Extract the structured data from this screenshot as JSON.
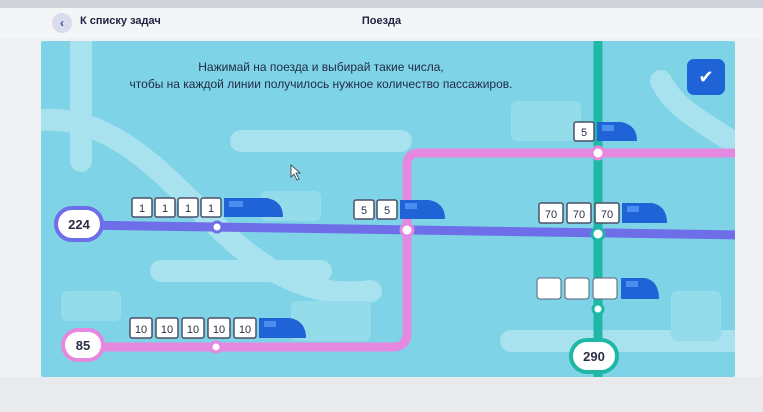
{
  "header": {
    "back_label": "К списку задач",
    "title": "Поезда"
  },
  "instruction": {
    "line1": "Нажимай на поезда и выбирай такие числа,",
    "line2": "чтобы на каждой линии получилось нужное количество пассажиров."
  },
  "check_button": "✔",
  "colors": {
    "background": "#7fd3e6",
    "teal_line": "#1fb8a6",
    "pink_line": "#e588df",
    "blue_line": "#6d6ee8",
    "train": "#1f63d6",
    "target_border_blue": "#6d6ee8",
    "target_border_pink": "#e588df",
    "target_border_teal": "#1fb8a6"
  },
  "targets": [
    {
      "id": "blue",
      "value": "224"
    },
    {
      "id": "pink",
      "value": "85"
    },
    {
      "id": "teal",
      "value": "290"
    }
  ],
  "trains": [
    {
      "id": "blue-left",
      "cars": [
        "1",
        "1",
        "1",
        "1"
      ]
    },
    {
      "id": "blue-middle",
      "cars": [
        "5",
        "5"
      ]
    },
    {
      "id": "blue-right",
      "cars": [
        "70",
        "70",
        "70"
      ]
    },
    {
      "id": "pink-bottom",
      "cars": [
        "10",
        "10",
        "10",
        "10",
        "10"
      ]
    },
    {
      "id": "teal-top",
      "cars": [
        "5"
      ]
    },
    {
      "id": "teal-middle",
      "cars": [
        "",
        "",
        ""
      ]
    }
  ]
}
